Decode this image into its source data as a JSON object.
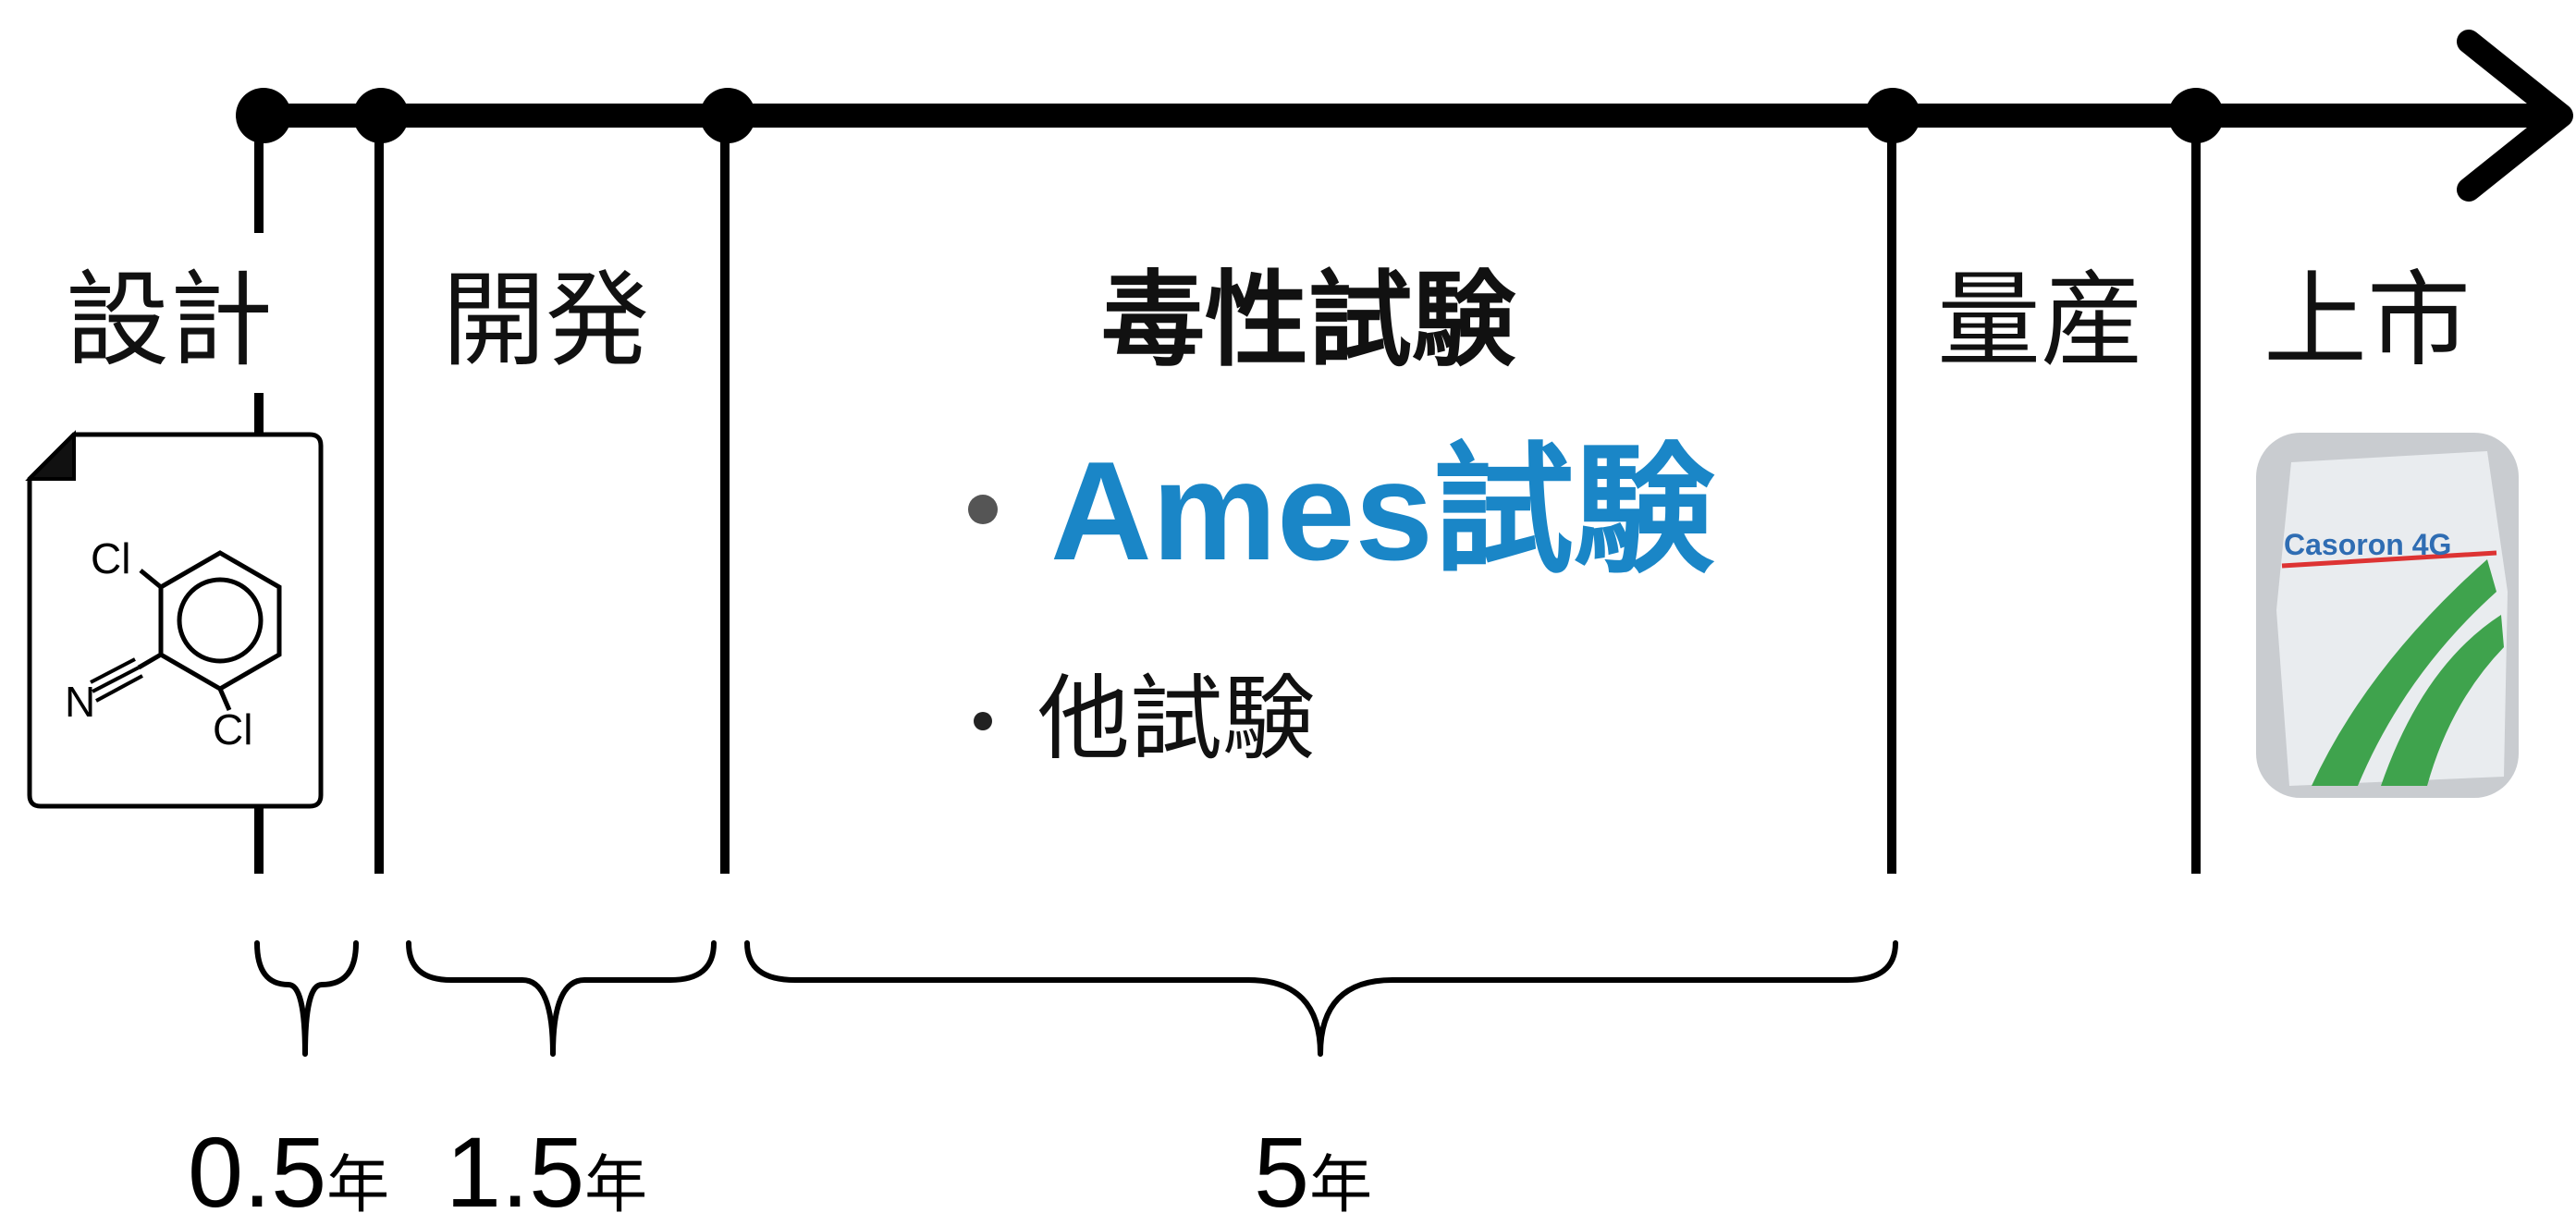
{
  "phases": [
    {
      "id": "design",
      "label": "設計",
      "bold": false
    },
    {
      "id": "development",
      "label": "開発",
      "bold": false
    },
    {
      "id": "toxicity",
      "label": "毒性試験",
      "bold": true
    },
    {
      "id": "production",
      "label": "量産",
      "bold": false
    },
    {
      "id": "launch",
      "label": "上市",
      "bold": false
    }
  ],
  "durations": [
    {
      "number": "0.5",
      "unit": "年"
    },
    {
      "number": "1.5",
      "unit": "年"
    },
    {
      "number": "5",
      "unit": "年"
    }
  ],
  "toxicity_items": [
    {
      "label": "Ames試験",
      "color": "#1a86c7",
      "emphasis": true
    },
    {
      "label": "他試験",
      "color": "#111111",
      "emphasis": false
    }
  ],
  "molecule": {
    "atoms": {
      "cl_top": "Cl",
      "cl_bottom": "Cl",
      "nitrogen": "N"
    }
  },
  "product": {
    "brand": "Casoron 4G",
    "bag_color": "#e9ecef",
    "stripe_color": "#3fa34d",
    "brand_color": "#2f6db3"
  },
  "colors": {
    "axis": "#000000",
    "bullet": "#555555"
  }
}
